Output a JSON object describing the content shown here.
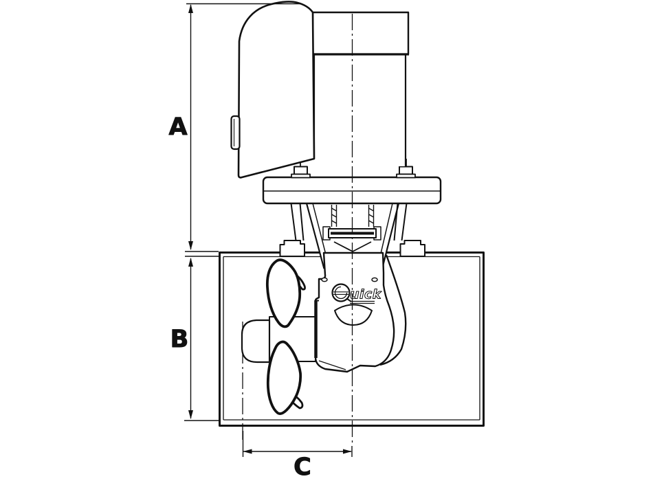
{
  "drawing": {
    "subject": "bow-thruster side elevation technical drawing",
    "dimension_labels": {
      "upper_vertical": "A",
      "lower_vertical": "B",
      "horizontal_bottom": "C"
    },
    "logo": {
      "brand": "Quick",
      "text_after_q": "uick"
    }
  },
  "colors": {
    "line": "#111111",
    "background": "#ffffff"
  }
}
